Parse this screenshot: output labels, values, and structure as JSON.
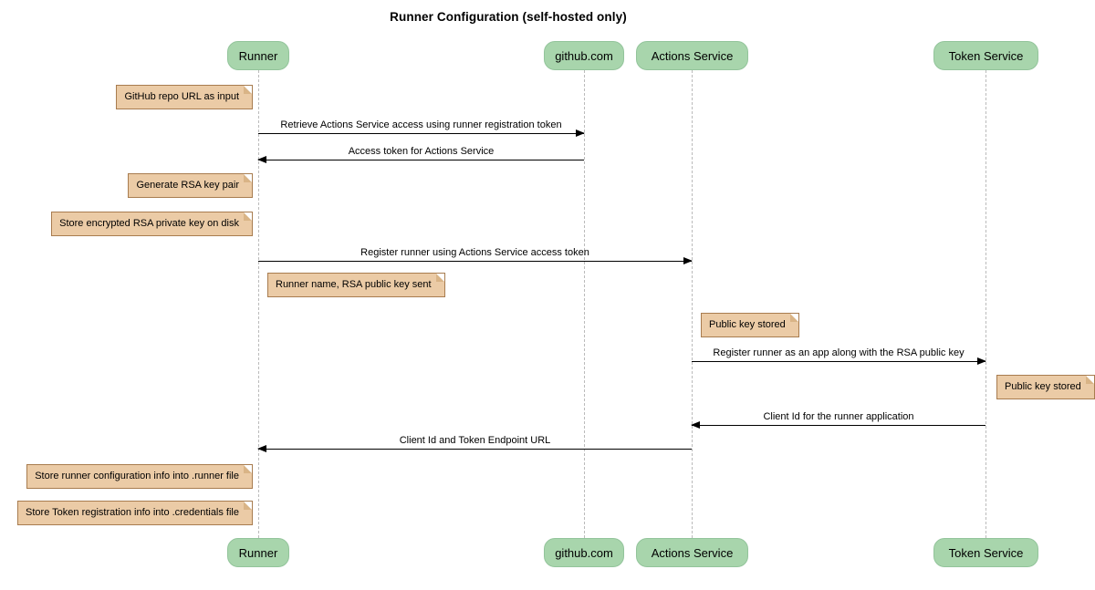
{
  "title": "Runner Configuration (self-hosted only)",
  "colors": {
    "participant_fill": "#a8d5ac",
    "participant_border": "#93c49b",
    "note_fill": "#ebcba6",
    "note_border": "#a87c4f",
    "lifeline": "#bbbbbb",
    "message": "#000000",
    "background": "#ffffff"
  },
  "participants": [
    {
      "id": "runner",
      "label": "Runner"
    },
    {
      "id": "github",
      "label": "github.com"
    },
    {
      "id": "actions-service",
      "label": "Actions Service"
    },
    {
      "id": "token-service",
      "label": "Token Service"
    }
  ],
  "messages": [
    {
      "from": "Runner",
      "to": "github.com",
      "text": "Retrieve Actions Service access using runner registration token"
    },
    {
      "from": "github.com",
      "to": "Runner",
      "text": "Access token for Actions Service"
    },
    {
      "from": "Runner",
      "to": "Actions Service",
      "text": "Register runner using Actions Service access token"
    },
    {
      "from": "Actions Service",
      "to": "Token Service",
      "text": "Register runner as an app along with the RSA public key"
    },
    {
      "from": "Token Service",
      "to": "Actions Service",
      "text": "Client Id for the runner application"
    },
    {
      "from": "Actions Service",
      "to": "Runner",
      "text": "Client Id and Token Endpoint URL"
    }
  ],
  "notes": [
    {
      "anchor": "Runner",
      "side": "left",
      "text": "GitHub repo URL as input"
    },
    {
      "anchor": "Runner",
      "side": "left",
      "text": "Generate RSA key pair"
    },
    {
      "anchor": "Runner",
      "side": "left",
      "text": "Store encrypted RSA private key on disk"
    },
    {
      "anchor": "Runner",
      "side": "right",
      "text": "Runner name, RSA public key sent"
    },
    {
      "anchor": "Actions Service",
      "side": "right",
      "text": "Public key stored"
    },
    {
      "anchor": "Token Service",
      "side": "right",
      "text": "Public key stored"
    },
    {
      "anchor": "Runner",
      "side": "left",
      "text": "Store runner configuration info into .runner file"
    },
    {
      "anchor": "Runner",
      "side": "left",
      "text": "Store Token registration info into .credentials file"
    }
  ]
}
